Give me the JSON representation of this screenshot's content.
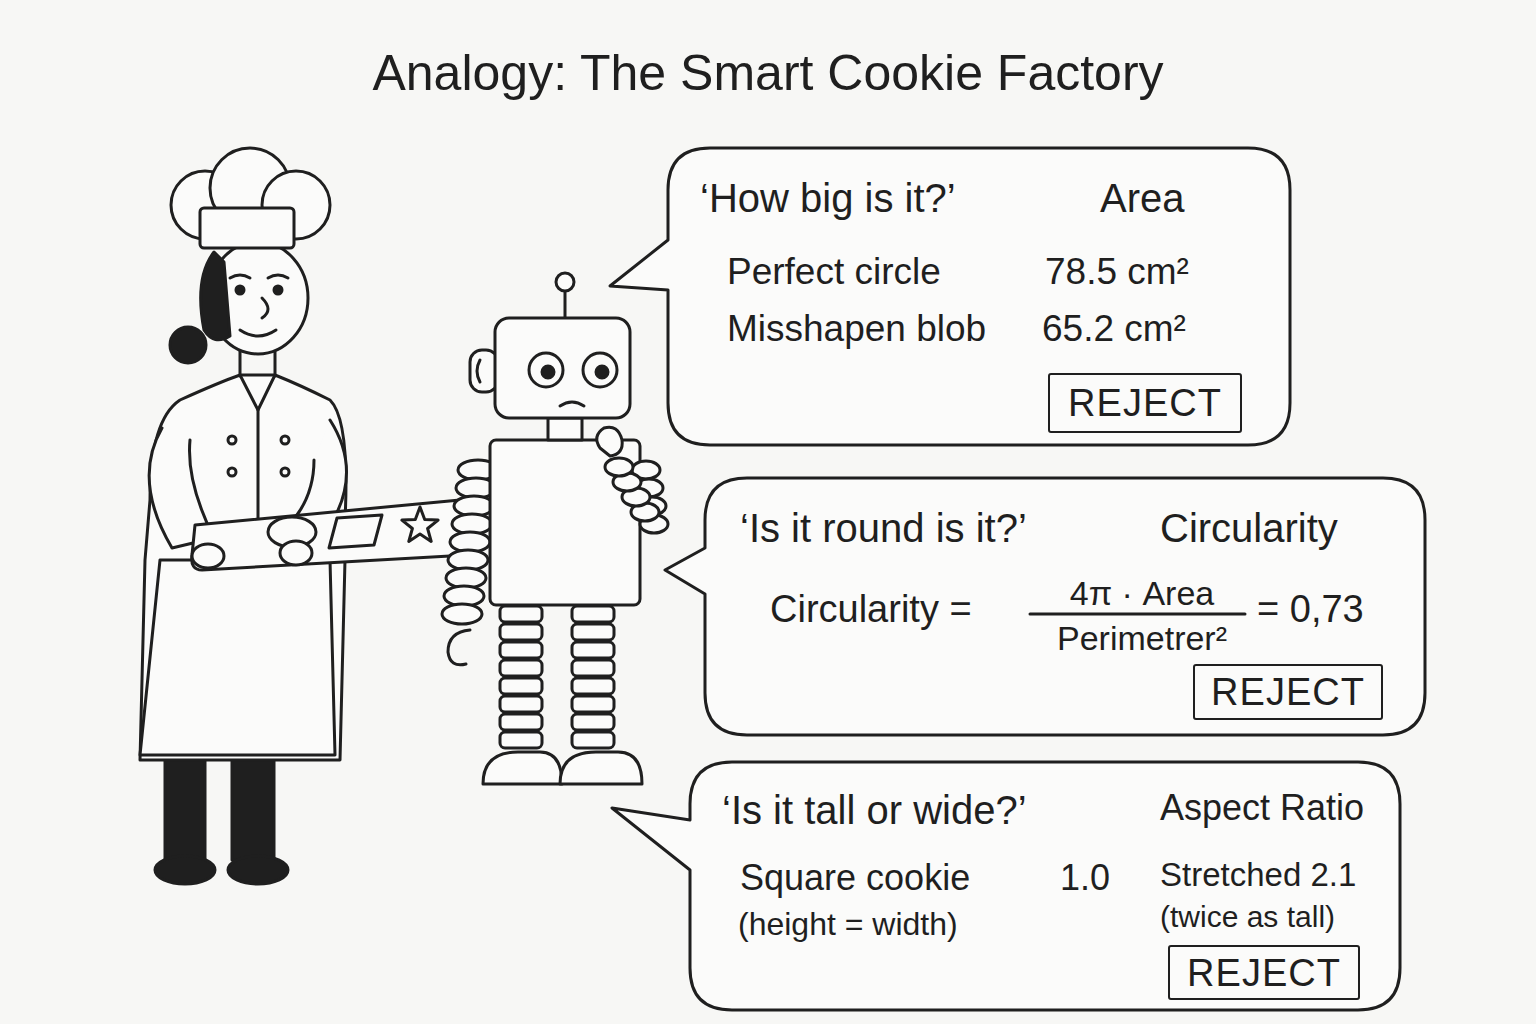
{
  "diagram": {
    "title": "Analogy: The Smart Cookie Factory",
    "nodes": [
      {
        "text": [
          "‘How big is it?’",
          "Area",
          "Perfect circle",
          "78.5 cm²",
          "Misshapen blob",
          "65.2 cm²"
        ]
      },
      {
        "text": [
          "REJECT"
        ],
        "in": 0
      },
      {
        "text": [
          "‘Is it round is it?’",
          "Circularity",
          "Circularity =",
          "4π · Area",
          "Perimetrer²",
          "= 0,73"
        ]
      },
      {
        "text": [
          "REJECT"
        ],
        "in": 2
      },
      {
        "text": [
          "‘Is it tall or wide?’",
          "Aspect Ratio",
          "Square cookie",
          "1.0",
          "(height = width)",
          "Stretched 2.1",
          "(twice as tall)"
        ]
      },
      {
        "text": [
          "REJECT"
        ],
        "in": 4
      }
    ]
  }
}
